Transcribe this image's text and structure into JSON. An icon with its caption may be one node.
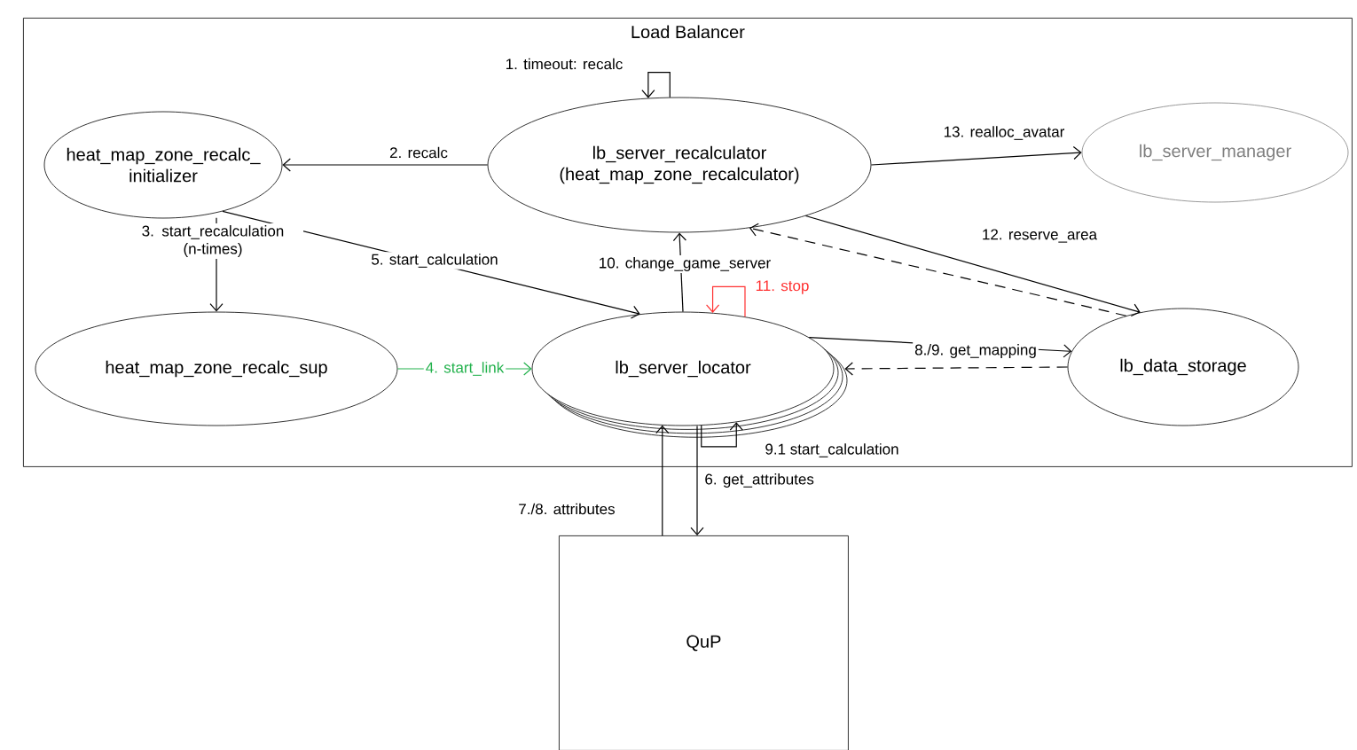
{
  "diagram": {
    "nodes": [
      {
        "text": [
          "Load Balancer"
        ]
      },
      {
        "text": [
          "heat_map_zone_recalc_ initializer"
        ],
        "in": 0
      },
      {
        "text": [
          "lb_server_recalculator (heat_map_zone_recalculator)"
        ],
        "in": 0
      },
      {
        "text": [
          "lb_server_manager"
        ],
        "in": 0
      },
      {
        "text": [
          "heat_map_zone_recalc_sup"
        ],
        "in": 0
      },
      {
        "text": [
          "lb_server_locator"
        ],
        "in": 0
      },
      {
        "text": [
          "lb_data_storage"
        ],
        "in": 0
      },
      {
        "text": [
          "QuP"
        ]
      }
    ],
    "edges": [
      {
        "from": 2,
        "to": 2,
        "arrow": "to",
        "label": "1. timeout: recalc"
      },
      {
        "from": 2,
        "to": 1,
        "arrow": "to",
        "label": "2. recalc"
      },
      {
        "from": 1,
        "to": 4,
        "arrow": "to",
        "label": "3. start_recalculation (n-times)"
      },
      {
        "from": 4,
        "to": 5,
        "arrow": "to",
        "label": "4. start_link",
        "color": "#22b14c"
      },
      {
        "from": 1,
        "to": 5,
        "arrow": "to",
        "label": "5. start_calculation"
      },
      {
        "from": 5,
        "to": 7,
        "arrow": "to",
        "label": "6. get_attributes"
      },
      {
        "from": 7,
        "to": 5,
        "arrow": "to",
        "label": "7./8. attributes"
      },
      {
        "from": 5,
        "to": 6,
        "arrow": "to",
        "label": "8./9. get_mapping"
      },
      {
        "from": 5,
        "to": 5,
        "arrow": "to",
        "label": "9.1 start_calculation"
      },
      {
        "from": 5,
        "to": 2,
        "arrow": "to",
        "label": "10. change_game_server"
      },
      {
        "from": 5,
        "to": 5,
        "arrow": "to",
        "label": "11. stop",
        "color": "#ff3030"
      },
      {
        "from": 2,
        "to": 6,
        "arrow": "to",
        "label": "12. reserve_area"
      },
      {
        "from": 6,
        "to": 2,
        "arrow": "to",
        "style": "dashed"
      },
      {
        "from": 2,
        "to": 3,
        "arrow": "to",
        "label": "13. realloc_avatar"
      },
      {
        "from": 6,
        "to": 5,
        "arrow": "to",
        "style": "dashed"
      }
    ]
  }
}
